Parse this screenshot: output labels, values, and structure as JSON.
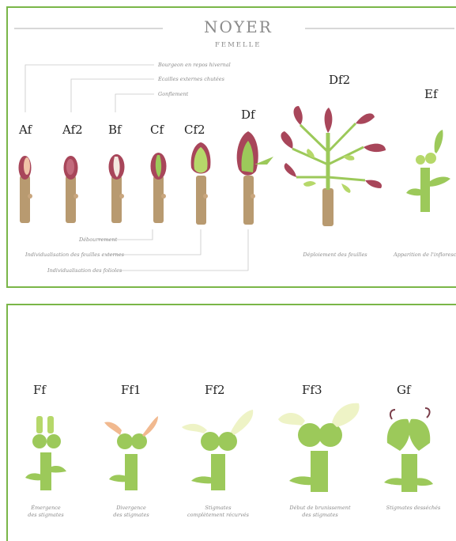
{
  "header": {
    "title": "NOYER",
    "subtitle": "FEMELLE"
  },
  "top_notes": {
    "bourgeon": "Bourgeon en repos hivernal",
    "ecailles": "Écailles externes chutées",
    "gonflement": "Gonflement"
  },
  "bottom_notes": {
    "debourrement": "Débourrement",
    "individualisation_externes": "Individualisation des feuilles externes",
    "individualisation_folioles": "Individualisation des folioles"
  },
  "stages_top": [
    "Af",
    "Af2",
    "Bf",
    "Cf",
    "Cf2",
    "Df",
    "Df2",
    "Ef"
  ],
  "captions_top": {
    "df2": "Déploiement des feuilles",
    "ef": "Apparition de l'inflorescence"
  },
  "stages_bottom": [
    "Ff",
    "Ff1",
    "Ff2",
    "Ff3",
    "Gf"
  ],
  "captions_bottom": {
    "ff": [
      "Émergence",
      "des stigmates"
    ],
    "ff1": [
      "Divergence",
      "des stigmates"
    ],
    "ff2": [
      "Stigmates",
      "complètement récurvés"
    ],
    "ff3": [
      "Début de brunissement",
      "des stigmates"
    ],
    "gf": [
      "Stigmates desséchés"
    ]
  },
  "colors": {
    "frame_green": "#7ab648",
    "bud_red": "#a8465a",
    "stem_tan": "#b89a70",
    "leaf_green": "#9cc95a",
    "stigma_cream": "#eef3c6"
  }
}
